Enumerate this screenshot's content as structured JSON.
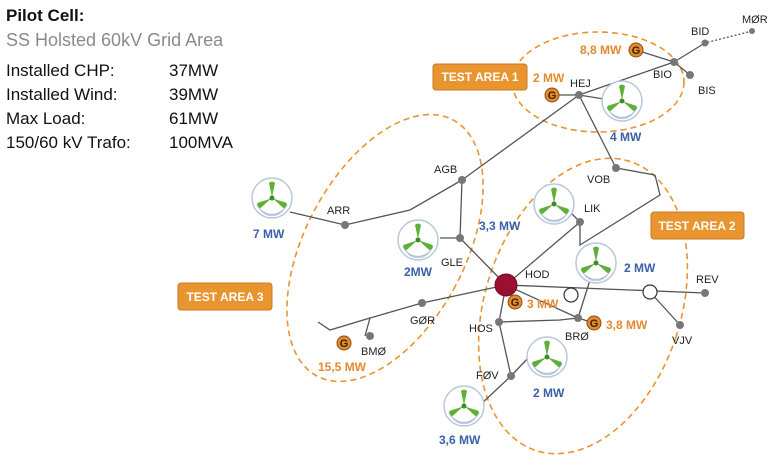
{
  "info": {
    "title": "Pilot Cell:",
    "subtitle": "SS Holsted 60kV Grid Area",
    "rows": [
      {
        "label": "Installed CHP:",
        "value": "37MW"
      },
      {
        "label": "Installed Wind:",
        "value": "39MW"
      },
      {
        "label": "Max Load:",
        "value": "61MW"
      },
      {
        "label": "150/60 kV Trafo:",
        "value": "100MVA"
      }
    ]
  },
  "areas": {
    "a1": "TEST AREA 1",
    "a2": "TEST AREA 2",
    "a3": "TEST AREA 3"
  },
  "nodes": {
    "mor": "MØR",
    "bid": "BID",
    "bio": "BIO",
    "bis": "BIS",
    "hej": "HEJ",
    "vob": "VOB",
    "agb": "AGB",
    "arr": "ARR",
    "lik": "LIK",
    "gle": "GLE",
    "hod": "HOD",
    "rev": "REV",
    "gor": "GØR",
    "hos": "HOS",
    "bro": "BRØ",
    "vjv": "VJV",
    "bmo": "BMØ",
    "fov": "FØV"
  },
  "capacities": {
    "chp_88": "8,8 MW",
    "chp_2": "2 MW",
    "wind_4": "4 MW",
    "wind_7": "7 MW",
    "wind_33": "3,3 MW",
    "wind_2_gle": "2MW",
    "chp_3": "3 MW",
    "wind_2_rev": "2 MW",
    "chp_38": "3,8 MW",
    "chp_155": "15,5 MW",
    "wind_2_fov": "2 MW",
    "wind_36": "3,6 MW"
  },
  "generator_symbol": "G",
  "colors": {
    "area_box": "#e8942f",
    "area_dash": "#e8942f",
    "wind_blue": "#3b5fa8",
    "chp_orange": "#e38a2e",
    "line": "#555555",
    "hub": "#9b1031",
    "turbine": "#5fb03a"
  }
}
